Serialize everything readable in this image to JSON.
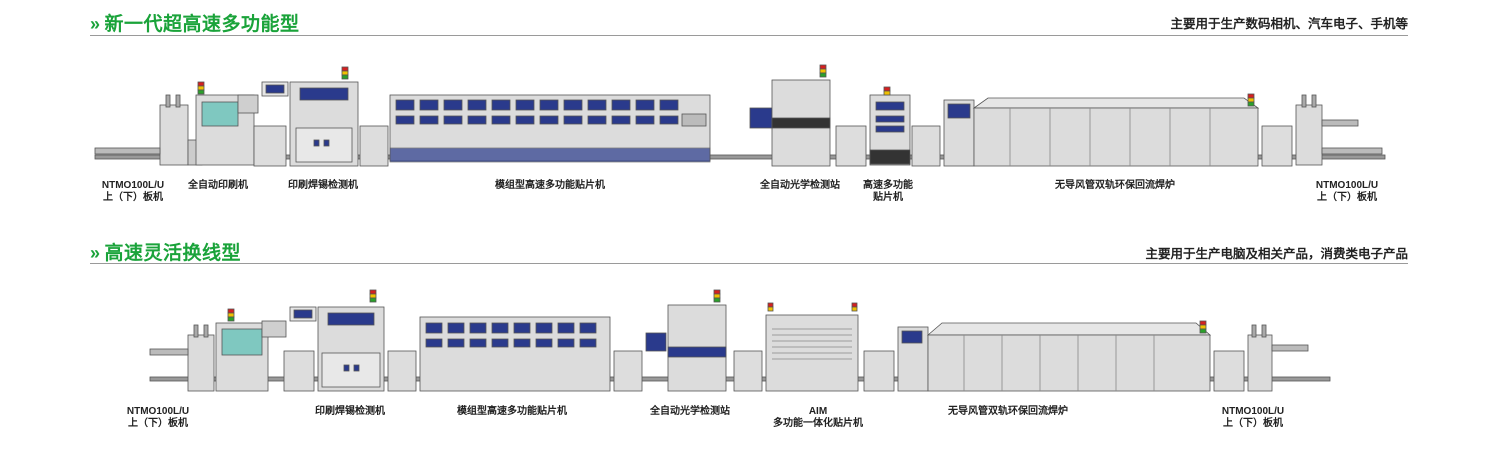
{
  "sections": [
    {
      "title": "新一代超高速多功能型",
      "subtitle": "主要用于生产数码相机、汽车电子、手机等",
      "labels": [
        {
          "l1": "NTMO100L/U",
          "l2": "上（下）板机"
        },
        {
          "l1": "全自动印刷机",
          "l2": ""
        },
        {
          "l1": "印刷焊锡检测机",
          "l2": ""
        },
        {
          "l1": "模组型高速多功能贴片机",
          "l2": ""
        },
        {
          "l1": "全自动光学检测站",
          "l2": ""
        },
        {
          "l1": "高速多功能",
          "l2": "贴片机"
        },
        {
          "l1": "无导风管双轨环保回流焊炉",
          "l2": ""
        },
        {
          "l1": "NTMO100L/U",
          "l2": "上（下）板机"
        }
      ]
    },
    {
      "title": "高速灵活换线型",
      "subtitle": "主要用于生产电脑及相关产品，消费类电子产品",
      "labels": [
        {
          "l1": "NTMO100L/U",
          "l2": "上（下）板机"
        },
        {
          "l1": "印刷焊锡检测机",
          "l2": ""
        },
        {
          "l1": "模组型高速多功能贴片机",
          "l2": ""
        },
        {
          "l1": "全自动光学检测站",
          "l2": ""
        },
        {
          "l1": "AIM",
          "l2": "多功能一体化贴片机"
        },
        {
          "l1": "无导风管双轨环保回流焊炉",
          "l2": ""
        },
        {
          "l1": "NTMO100L/U",
          "l2": "上（下）板机"
        }
      ]
    }
  ],
  "colors": {
    "accent": "#1aa33a",
    "machine": "#dcdcdc",
    "panel": "#2a3a8c",
    "screen": "#7fc8c0",
    "beacon_red": "#d42020",
    "beacon_yellow": "#f0c000",
    "beacon_green": "#2aa02a"
  }
}
